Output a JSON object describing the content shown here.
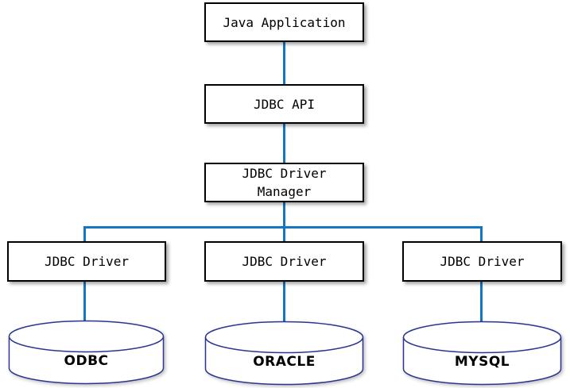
{
  "diagram": {
    "nodes": {
      "java_app": {
        "label": "Java Application"
      },
      "jdbc_api": {
        "label": "JDBC API"
      },
      "driver_manager": {
        "line1": "JDBC Driver",
        "line2": "Manager"
      },
      "driver_odbc": {
        "label": "JDBC Driver"
      },
      "driver_oracle": {
        "label": "JDBC Driver"
      },
      "driver_mysql": {
        "label": "JDBC Driver"
      },
      "db_odbc": {
        "label": "ODBC"
      },
      "db_oracle": {
        "label": "ORACLE"
      },
      "db_mysql": {
        "label": "MYSQL"
      }
    },
    "colors": {
      "connector": "#1377c4",
      "box_border": "#000000",
      "box_fill": "#ffffff",
      "cylinder_stroke": "#2b3690",
      "cylinder_fill": "#ffffff",
      "text": "#000000",
      "background": "#ffffff"
    }
  }
}
